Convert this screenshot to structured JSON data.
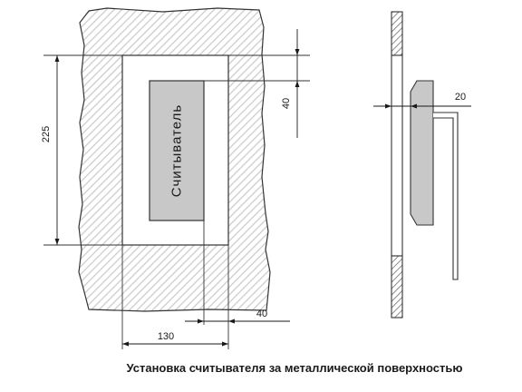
{
  "reader_label": "Считыватель",
  "dimensions": {
    "height": "225",
    "top_offset": "40",
    "side_offset": "40",
    "width": "130",
    "section_depth": "20"
  },
  "caption": "Установка считывателя за металлической поверхностью"
}
